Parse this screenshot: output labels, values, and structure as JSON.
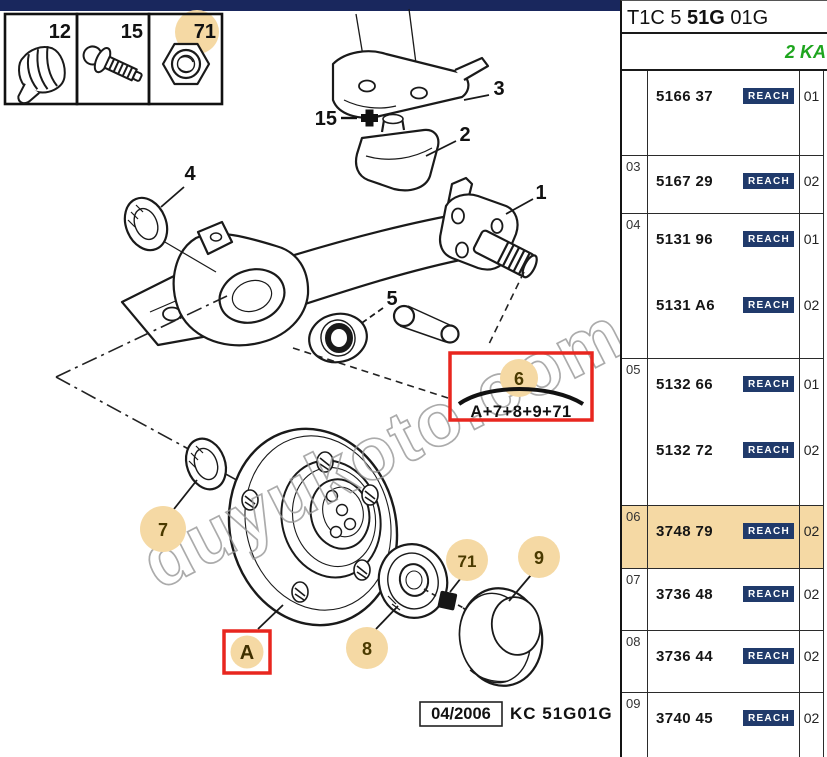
{
  "thumbnails": [
    {
      "label": "12"
    },
    {
      "label": "15"
    },
    {
      "label": "71"
    }
  ],
  "diagram": {
    "callouts": {
      "n1": "1",
      "n2": "2",
      "n3": "3",
      "n4": "4",
      "n5": "5",
      "n6": "6",
      "n7": "7",
      "n8": "8",
      "n9": "9",
      "n15": "15",
      "n71": "71",
      "nA": "A"
    },
    "group_formula": "A+7+8+9+71",
    "watermark": "duyukoto.com",
    "footer_date": "04/2006",
    "footer_code": "KC 51G01G"
  },
  "panel": {
    "title_prefix": "T1C 5 ",
    "title_bold": "51G",
    "title_suffix": " 01G",
    "note": "2 KA",
    "badge": "REACH",
    "rows": [
      {
        "index": "",
        "highlighted": false,
        "parts": [
          {
            "number": "5166 37",
            "qty": "01"
          }
        ]
      },
      {
        "index": "03",
        "highlighted": false,
        "parts": [
          {
            "number": "5167 29",
            "qty": "02"
          }
        ]
      },
      {
        "index": "04",
        "highlighted": false,
        "parts": [
          {
            "number": "5131 96",
            "qty": "01"
          },
          {
            "number": "5131 A6",
            "qty": "02"
          }
        ]
      },
      {
        "index": "05",
        "highlighted": false,
        "parts": [
          {
            "number": "5132 66",
            "qty": "01"
          },
          {
            "number": "5132 72",
            "qty": "02"
          }
        ]
      },
      {
        "index": "06",
        "highlighted": true,
        "parts": [
          {
            "number": "3748 79",
            "qty": "02"
          }
        ]
      },
      {
        "index": "07",
        "highlighted": false,
        "parts": [
          {
            "number": "3736 48",
            "qty": "02"
          }
        ]
      },
      {
        "index": "08",
        "highlighted": false,
        "parts": [
          {
            "number": "3736 44",
            "qty": "02"
          }
        ]
      },
      {
        "index": "09",
        "highlighted": false,
        "parts": [
          {
            "number": "3740 45",
            "qty": "02"
          }
        ]
      }
    ]
  },
  "colors": {
    "accent_red": "#e8261f",
    "highlight_tan": "#f5d9a4",
    "badge_navy": "#203a6b",
    "note_green": "#1ea51e",
    "top_bar_navy": "#19275d"
  }
}
